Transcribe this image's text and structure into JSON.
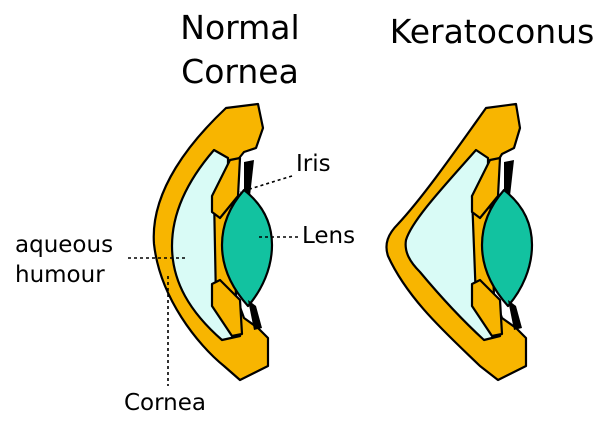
{
  "titles": {
    "normal_line1": "Normal",
    "normal_line2": "Cornea",
    "keratoconus": "Keratoconus"
  },
  "labels": {
    "iris": "Iris",
    "lens": "Lens",
    "aqueous_line1": "aqueous",
    "aqueous_line2": "humour",
    "cornea": "Cornea"
  },
  "colors": {
    "cornea_fill": "#f8b500",
    "aqueous_fill": "#d9fbf6",
    "lens_fill": "#12c2a0",
    "iris_fill": "#f8b500",
    "outline": "#000000"
  }
}
